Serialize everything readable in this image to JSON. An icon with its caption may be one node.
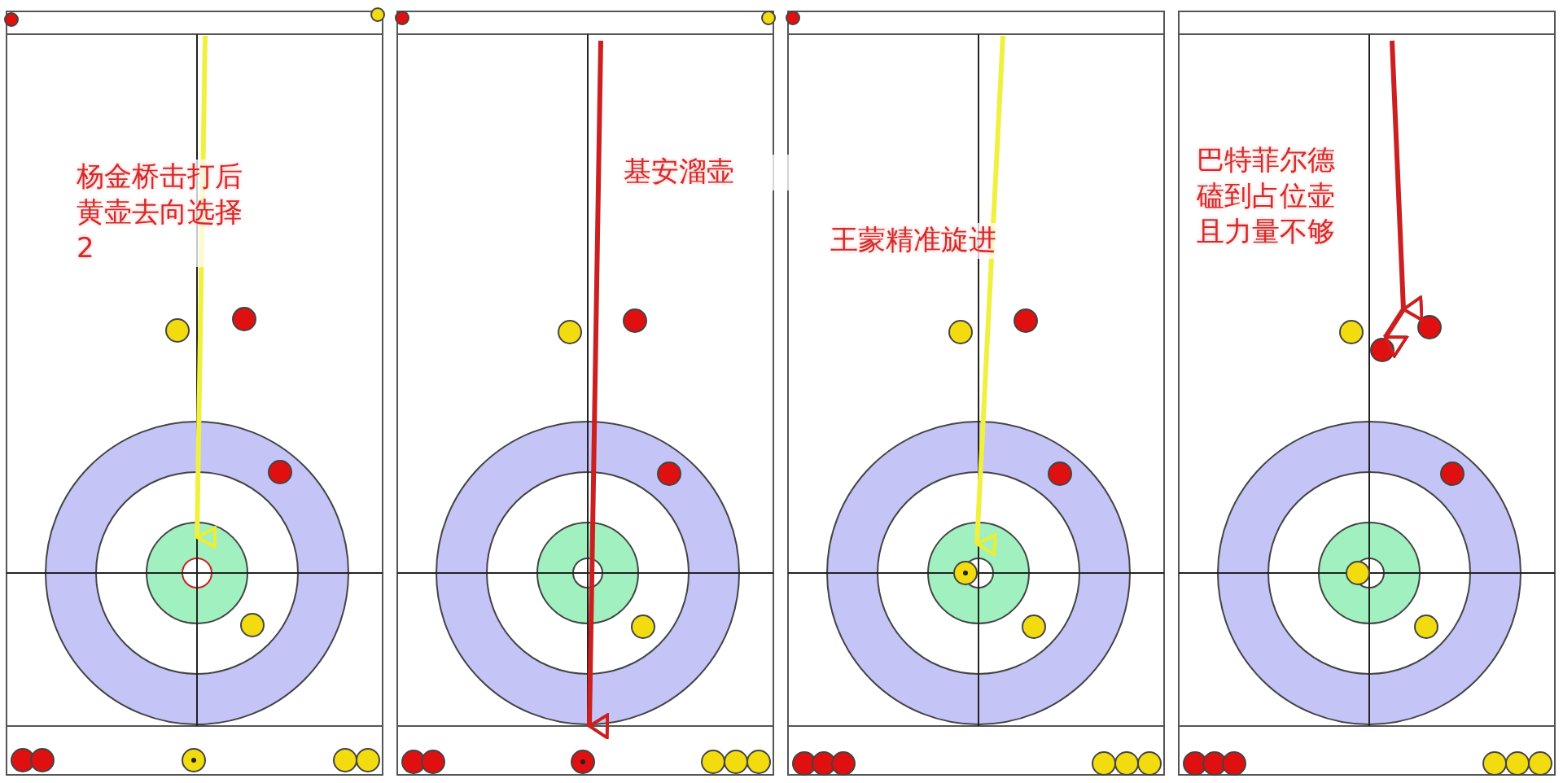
{
  "diagram": {
    "labels": [
      "杨金桥击打后黄壶去向选择2",
      "基安溜壶",
      "王蒙精准旋进",
      "巴特菲尔德磕到占位壶且力量不够"
    ]
  }
}
